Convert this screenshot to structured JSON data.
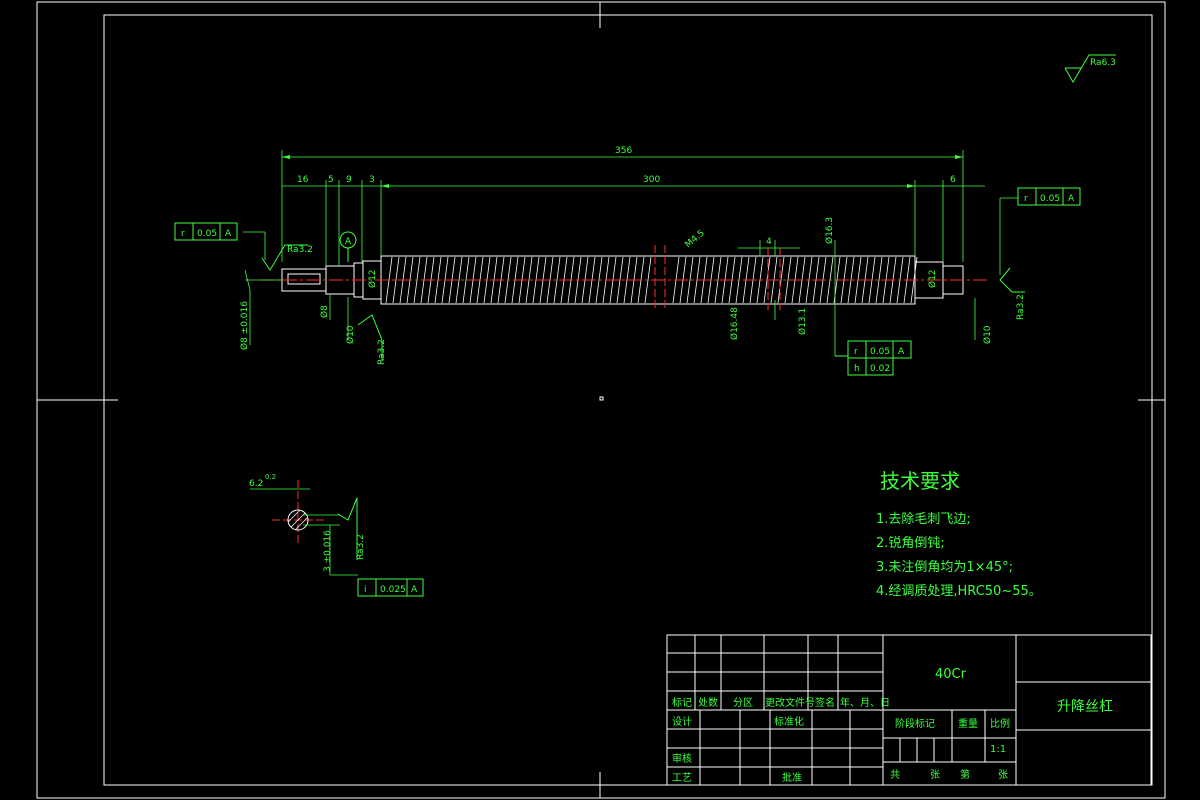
{
  "drawing": {
    "roughness_top": "Ra6.3",
    "dimensions": {
      "overall": "356",
      "thread": "300",
      "d16": "16",
      "d5": "5",
      "d9": "9",
      "d3": "3",
      "d6": "6",
      "d4": "4",
      "pitch": "M4.5",
      "dia163": "Ø16.3",
      "dia12_left": "Ø12",
      "dia12_right": "Ø12",
      "dia10_left": "Ø10",
      "dia10_right": "Ø10",
      "dia1648": "Ø16.48",
      "dia131": "Ø13.1",
      "dia8": "Ø8",
      "d8h": "Ø8 ±0.016",
      "dim62": "6.2",
      "dim62_tol": "0.2",
      "dim3tol": "3 ±0.016"
    },
    "roughness": {
      "left_top": "Ra3.2",
      "left_bottom": "Ra3.2",
      "right": "Ra3.2",
      "section": "Ra3.2"
    },
    "datum": "A",
    "tolerances": {
      "left": [
        "r",
        "0.05",
        "A"
      ],
      "right": [
        "r",
        "0.05",
        "A"
      ],
      "center_1": [
        "r",
        "0.05",
        "A"
      ],
      "center_2": [
        "h",
        "0.02"
      ],
      "section": [
        "i",
        "0.025",
        "A"
      ]
    }
  },
  "notes": {
    "title": "技术要求",
    "items": [
      "1.去除毛刺飞边;",
      "2.锐角倒钝;",
      "3.未注倒角均为1×45°;",
      "4.经调质处理,HRC50~55。"
    ]
  },
  "title_block": {
    "material": "40Cr",
    "part_name": "升降丝杠",
    "scale": "1:1",
    "header_labels": [
      "标记",
      "处数",
      "分区",
      "更改文件号",
      "签名",
      "年、月、日"
    ],
    "design": "设计",
    "standardize": "标准化",
    "review": "审核",
    "process": "工艺",
    "approve": "批准",
    "stage_mark": "阶段标记",
    "weight": "重量",
    "ratio": "比例",
    "total": "共",
    "sheets": "张",
    "num": "第",
    "sheet": "张"
  }
}
